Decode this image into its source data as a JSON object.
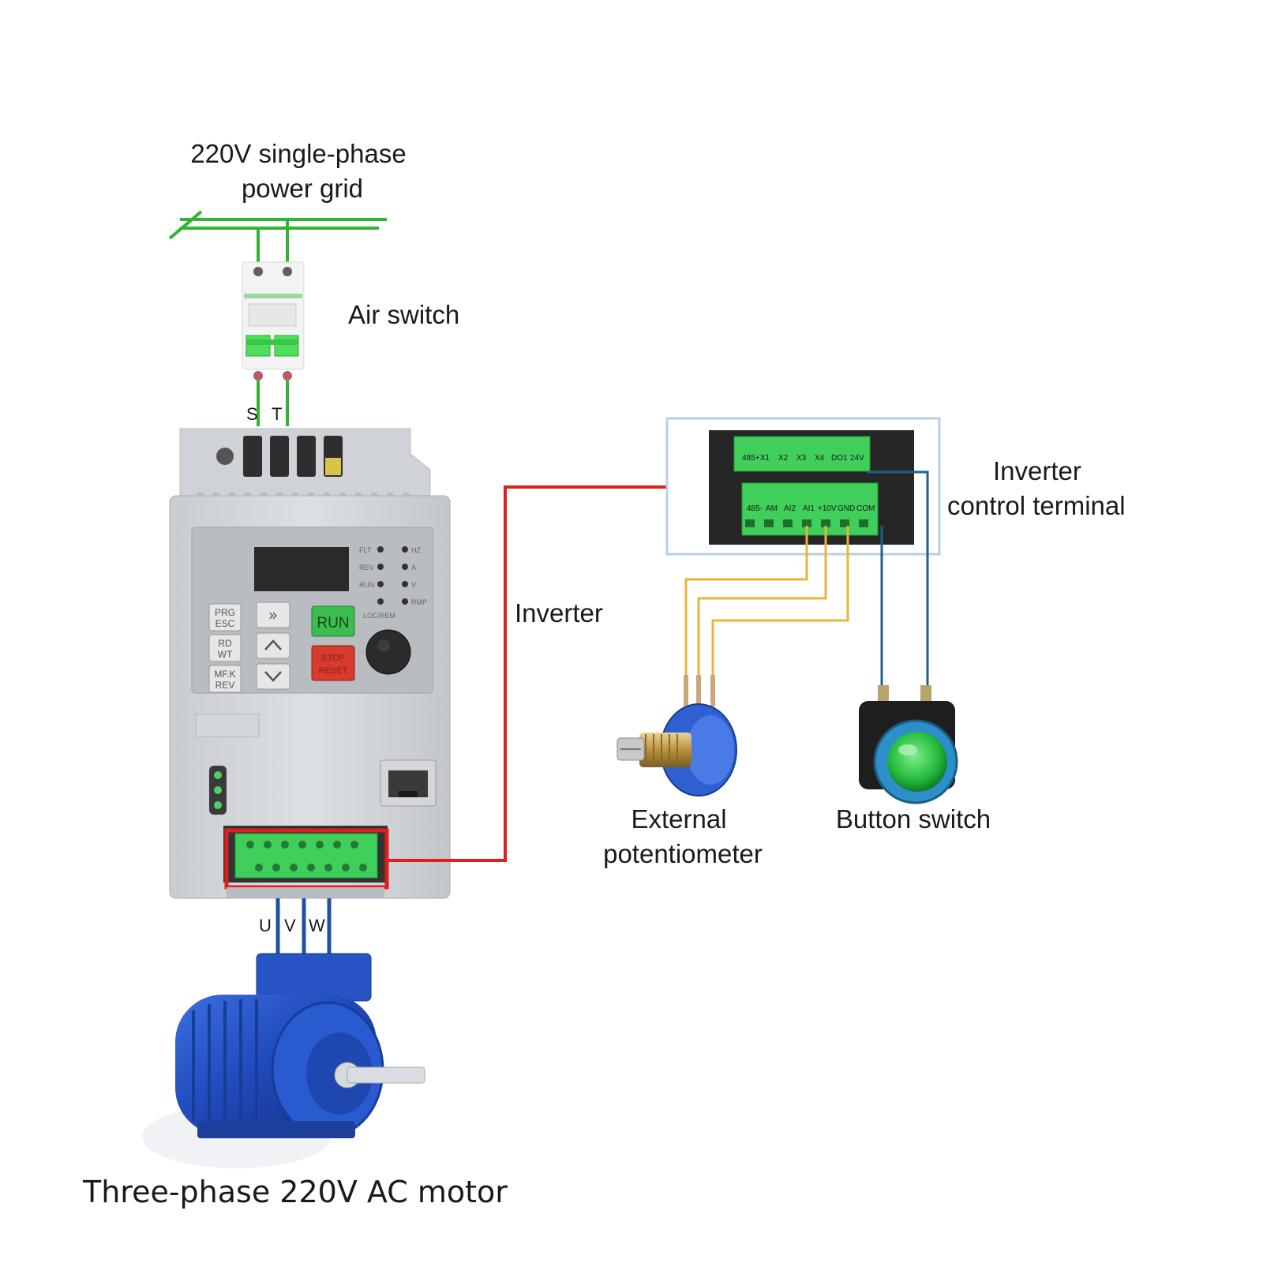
{
  "labels": {
    "power_grid_line1": "220V single-phase",
    "power_grid_line2": "power grid",
    "air_switch": "Air switch",
    "inverter": "Inverter",
    "inverter_control_terminal_line1": "Inverter",
    "inverter_control_terminal_line2": "control terminal",
    "external_potentiometer_line1": "External",
    "external_potentiometer_line2": "potentiometer",
    "button_switch": "Button switch",
    "motor": "Three-phase 220V AC motor",
    "input_s": "S",
    "input_t": "T",
    "output_u": "U",
    "output_v": "V",
    "output_w": "W"
  },
  "inverter_panel": {
    "leds_left": [
      "FLT",
      "REV",
      "RUN"
    ],
    "leds_right": [
      "HZ",
      "A",
      "V",
      "RMP"
    ],
    "keys_left": [
      "PRG\nESC",
      "RD\nWT",
      "MF.K\nREV"
    ],
    "run_key": "RUN",
    "stop_key": "STOP\nRESET",
    "loc_rem": "LOC/REM"
  },
  "control_terminal": {
    "top_row": [
      "485+",
      "X1",
      "X2",
      "X3",
      "X4",
      "DO1",
      "24V"
    ],
    "bottom_row": [
      "485-",
      "AM",
      "AI2",
      "AI1",
      "+10V",
      "GND",
      "COM"
    ]
  },
  "colors": {
    "grid_wire": "#2fb52f",
    "signal_link": "#e01e1e",
    "potentiometer_wire": "#e8b43a",
    "button_wire": "#1f5f8f",
    "motor_wire": "#1f4fa8",
    "terminal_green": "#3fcf5a",
    "motor_blue": "#1f4fc0"
  }
}
